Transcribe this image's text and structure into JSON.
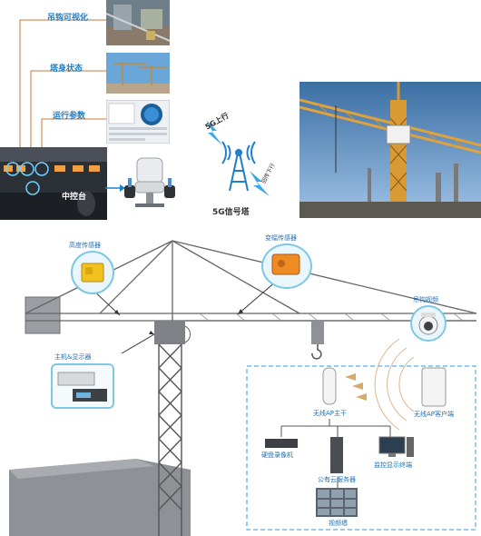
{
  "top_panel": {
    "labels": {
      "hook_visual": "吊钩可视化",
      "tower_status": "塔身状态",
      "run_params": "运行参数"
    },
    "control_label": "中控台",
    "signal_tower": {
      "title": "5G信号塔",
      "uplink": "5G上行",
      "downlink": "回传下行"
    }
  },
  "diagram": {
    "sensors": {
      "height_sensor": "高度传感器",
      "amplitude_sensor": "变幅传感器",
      "hook_video": "吊钩视频",
      "host_display": "主机&显示器"
    },
    "network": {
      "ap_main": "无线AP主干",
      "ap_client": "无线AP客户端",
      "nvr": "硬盘录像机",
      "cloud_server": "公有云服务器",
      "monitor_terminal": "监控显示终端",
      "video_wall": "视频墙"
    }
  },
  "colors": {
    "accent_blue": "#1f7fc9",
    "bubble_border": "#7ec8e3",
    "crane_grey": "#8a8a8a",
    "dashed_box": "#5aaee0"
  }
}
